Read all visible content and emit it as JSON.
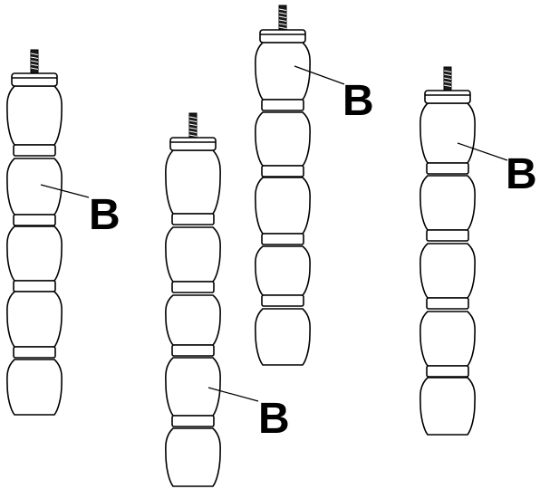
{
  "diagram": {
    "parts": [
      {
        "label": "B"
      },
      {
        "label": "B"
      },
      {
        "label": "B"
      },
      {
        "label": "B"
      }
    ]
  }
}
